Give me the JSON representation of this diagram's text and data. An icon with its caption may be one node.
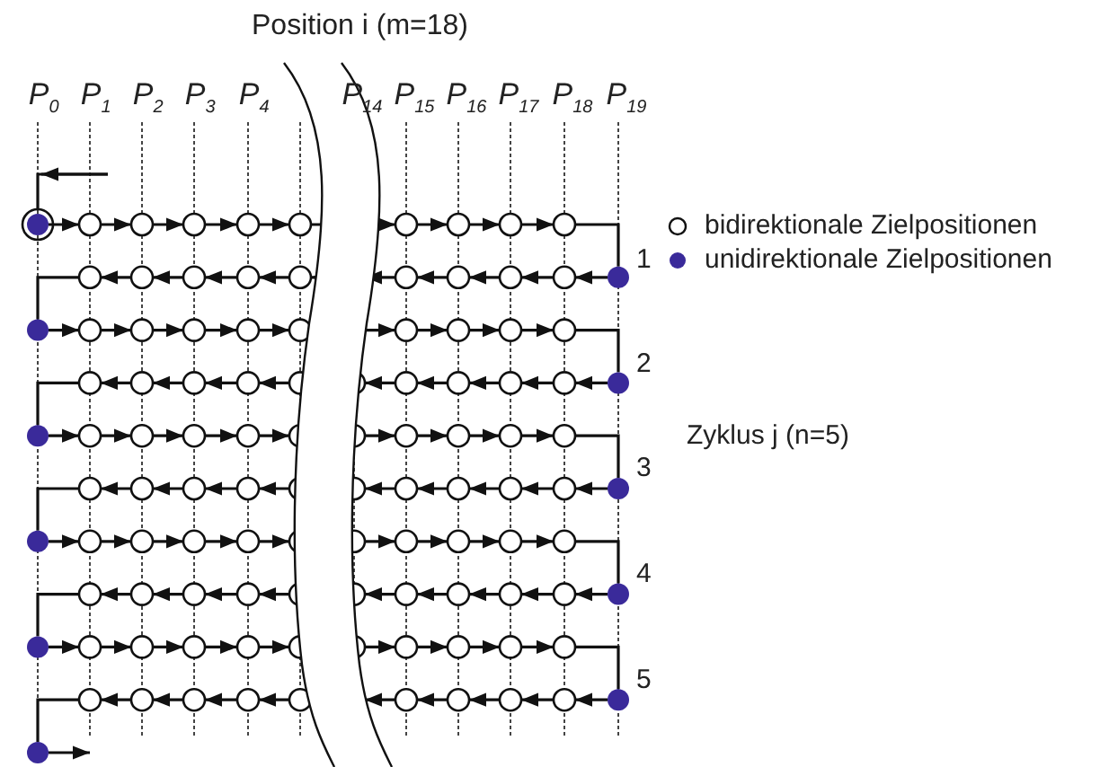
{
  "diagram": {
    "title": "Position i (m=18)",
    "labels": [
      "P$_{0}$",
      "P$_{1}$",
      "P$_{2}$",
      "P$_{3}$",
      "P$_{4}$",
      "P$_{14}$",
      "P$_{15}$",
      "P$_{16}$",
      "P$_{17}$",
      "P$_{18}$",
      "P$_{19}$",
      "1",
      "2",
      "Zyklus j (n=5)",
      "3",
      "4",
      "5"
    ],
    "legend": [
      {
        "text": "bidirektionale Zielpositionen"
      },
      {
        "text": "unidirektionale Zielpositionen"
      }
    ]
  }
}
